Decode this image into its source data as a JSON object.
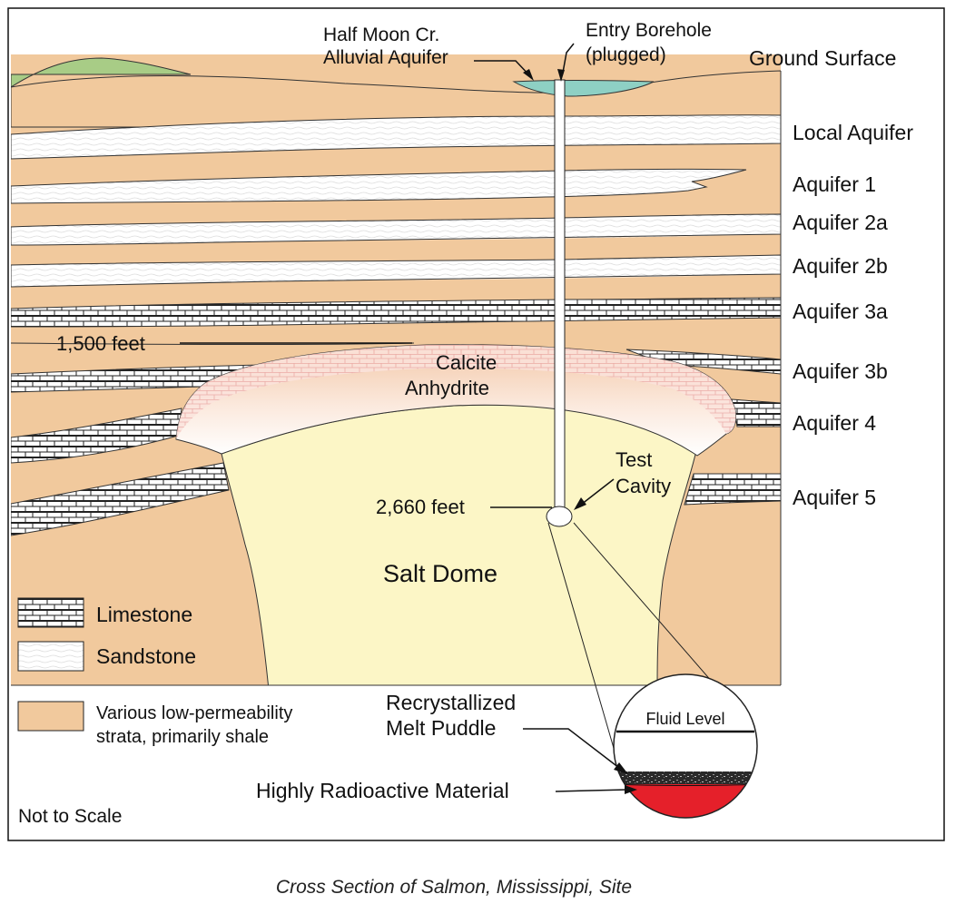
{
  "diagram": {
    "caption": "Cross Section of Salmon, Mississippi, Site",
    "labels": {
      "half_moon_line1": "Half Moon Cr.",
      "half_moon_line2": "Alluvial Aquifer",
      "entry_line1": "Entry Borehole",
      "entry_line2": "(plugged)",
      "ground_surface": "Ground Surface",
      "local_aquifer": "Local Aquifer",
      "aquifer_1": "Aquifer 1",
      "aquifer_2a": "Aquifer 2a",
      "aquifer_2b": "Aquifer 2b",
      "aquifer_3a": "Aquifer 3a",
      "aquifer_3b": "Aquifer 3b",
      "aquifer_4": "Aquifer 4",
      "aquifer_5": "Aquifer 5",
      "depth_1500": "1,500 feet",
      "depth_2660": "2,660 feet",
      "calcite": "Calcite",
      "anhydrite": "Anhydrite",
      "test_line1": "Test",
      "test_line2": "Cavity",
      "salt_dome": "Salt Dome",
      "recryst_line1": "Recrystallized",
      "recryst_line2": "Melt Puddle",
      "fluid_level": "Fluid Level",
      "radioactive": "Highly Radioactive Material",
      "not_to_scale": "Not to Scale"
    },
    "legend": {
      "limestone": "Limestone",
      "sandstone": "Sandstone",
      "shale_line1": "Various low-permeability",
      "shale_line2": "strata, primarily shale"
    },
    "colors": {
      "shale": "#f1c99d",
      "sandstone": "#ffffff",
      "limestone_fill": "#ffffff",
      "salt_dome": "#fcf6c6",
      "calcite_anhydrite": "#f9dfcf",
      "alluvial": "#8ed0c4",
      "hill": "#a8cc86",
      "radioactive": "#e5202a",
      "melt": "#333333"
    }
  }
}
